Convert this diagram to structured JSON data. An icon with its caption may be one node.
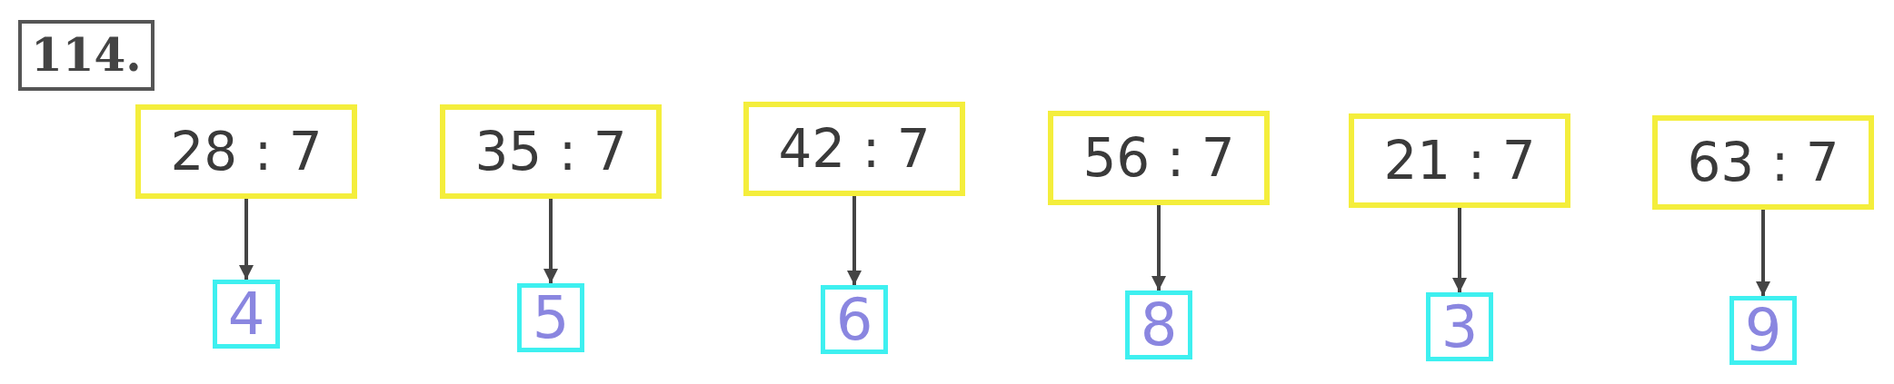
{
  "diagram": {
    "title": "114.",
    "nodes": [
      {
        "text": [
          "28 : 7"
        ]
      },
      {
        "text": [
          "35 : 7"
        ]
      },
      {
        "text": [
          "42 : 7"
        ]
      },
      {
        "text": [
          "56 : 7"
        ]
      },
      {
        "text": [
          "21 : 7"
        ]
      },
      {
        "text": [
          "63 : 7"
        ]
      },
      {
        "text": [
          "4"
        ]
      },
      {
        "text": [
          "5"
        ]
      },
      {
        "text": [
          "6"
        ]
      },
      {
        "text": [
          "8"
        ]
      },
      {
        "text": [
          "3"
        ]
      },
      {
        "text": [
          "9"
        ]
      }
    ],
    "edges": [
      {
        "from": 0,
        "to": 6,
        "arrow": "to"
      },
      {
        "from": 1,
        "to": 7,
        "arrow": "to"
      },
      {
        "from": 2,
        "to": 8,
        "arrow": "to"
      },
      {
        "from": 3,
        "to": 9,
        "arrow": "to"
      },
      {
        "from": 4,
        "to": 10,
        "arrow": "to"
      },
      {
        "from": 5,
        "to": 11,
        "arrow": "to"
      }
    ]
  }
}
